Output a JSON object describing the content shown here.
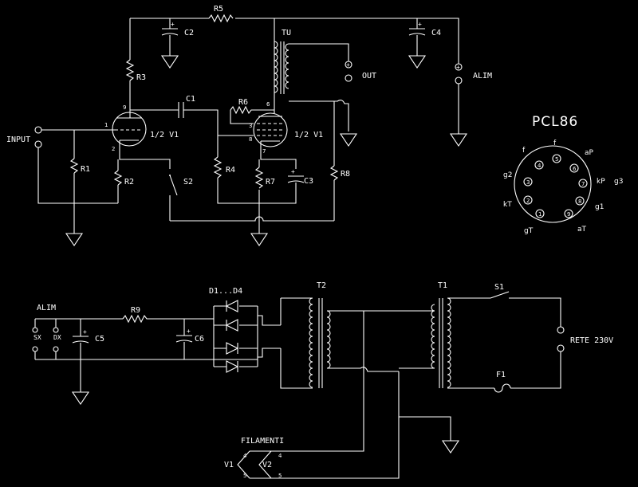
{
  "schematic": {
    "labels": {
      "r5": "R5",
      "c2": "C2",
      "tu": "TU",
      "c4": "C4",
      "r3": "R3",
      "out": "OUT",
      "alim_top": "ALIM",
      "c1": "C1",
      "r6": "R6",
      "input": "INPUT",
      "half_v1_a": "1/2 V1",
      "half_v1_b": "1/2 V1",
      "r1": "R1",
      "r2": "R2",
      "s2": "S2",
      "r4": "R4",
      "r7": "R7",
      "c3": "C3",
      "r8": "R8",
      "d1d4": "D1...D4",
      "t2": "T2",
      "t1": "T1",
      "s1": "S1",
      "alim_bottom": "ALIM",
      "r9": "R9",
      "sx": "SX",
      "dx": "DX",
      "c5": "C5",
      "c6": "C6",
      "rete": "RETE 230V",
      "f1": "F1",
      "filamenti": "FILAMENTI",
      "v1": "V1",
      "v2": "V2",
      "pin_9": "9",
      "pin_1": "1",
      "pin_2": "2",
      "pin_6": "6",
      "pin_3": "3",
      "pin_8": "8",
      "pin_7": "7",
      "fil_4a": "4",
      "fil_5a": "5",
      "fil_4b": "4",
      "fil_5b": "5"
    },
    "pcl86": {
      "title": "PCL86",
      "pins": {
        "p1": "1",
        "p2": "2",
        "p3": "3",
        "p4": "4",
        "p5": "5",
        "p6": "6",
        "p7": "7",
        "p8": "8",
        "p9": "9"
      },
      "labels": {
        "f_top": "f",
        "f_left": "f",
        "ap": "aP",
        "g2": "g2",
        "kp": "kP",
        "g3": "g3",
        "kt": "kT",
        "g1": "g1",
        "gt": "gT",
        "at": "aT"
      }
    }
  }
}
